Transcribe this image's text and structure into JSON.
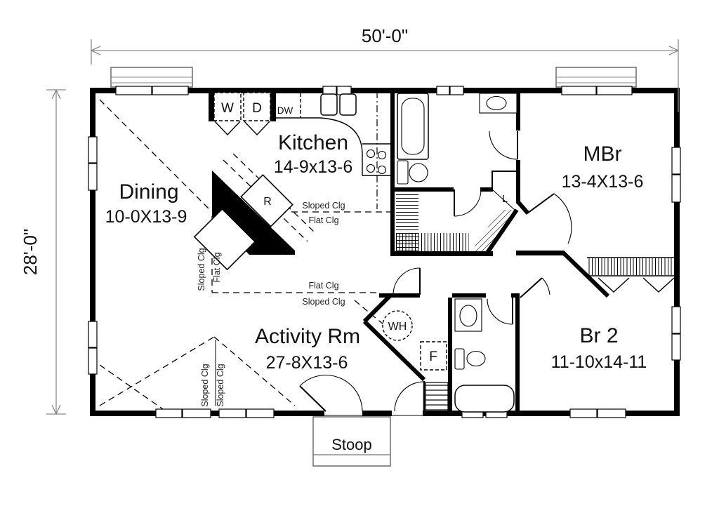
{
  "dimensions": {
    "width": "50'-0\"",
    "height": "28'-0\""
  },
  "rooms": {
    "dining": {
      "name": "Dining",
      "size": "10-0X13-9"
    },
    "kitchen": {
      "name": "Kitchen",
      "size": "14-9x13-6"
    },
    "master": {
      "name": "MBr",
      "size": "13-4X13-6"
    },
    "bedroom2": {
      "name": "Br 2",
      "size": "11-10x14-11"
    },
    "activity": {
      "name": "Activity Rm",
      "size": "27-8X13-6"
    },
    "stoop": {
      "name": "Stoop"
    }
  },
  "fixtures": {
    "washer": "W",
    "dryer": "D",
    "dishwasher": "DW",
    "refrigerator": "R",
    "water_heater": "WH",
    "furnace": "F",
    "linen": "L"
  },
  "ceiling": {
    "sloped": "Sloped Clg",
    "flat": "Flat Clg"
  },
  "colors": {
    "ink": "#000000",
    "dimension": "#8a8a8a",
    "background": "#ffffff"
  }
}
